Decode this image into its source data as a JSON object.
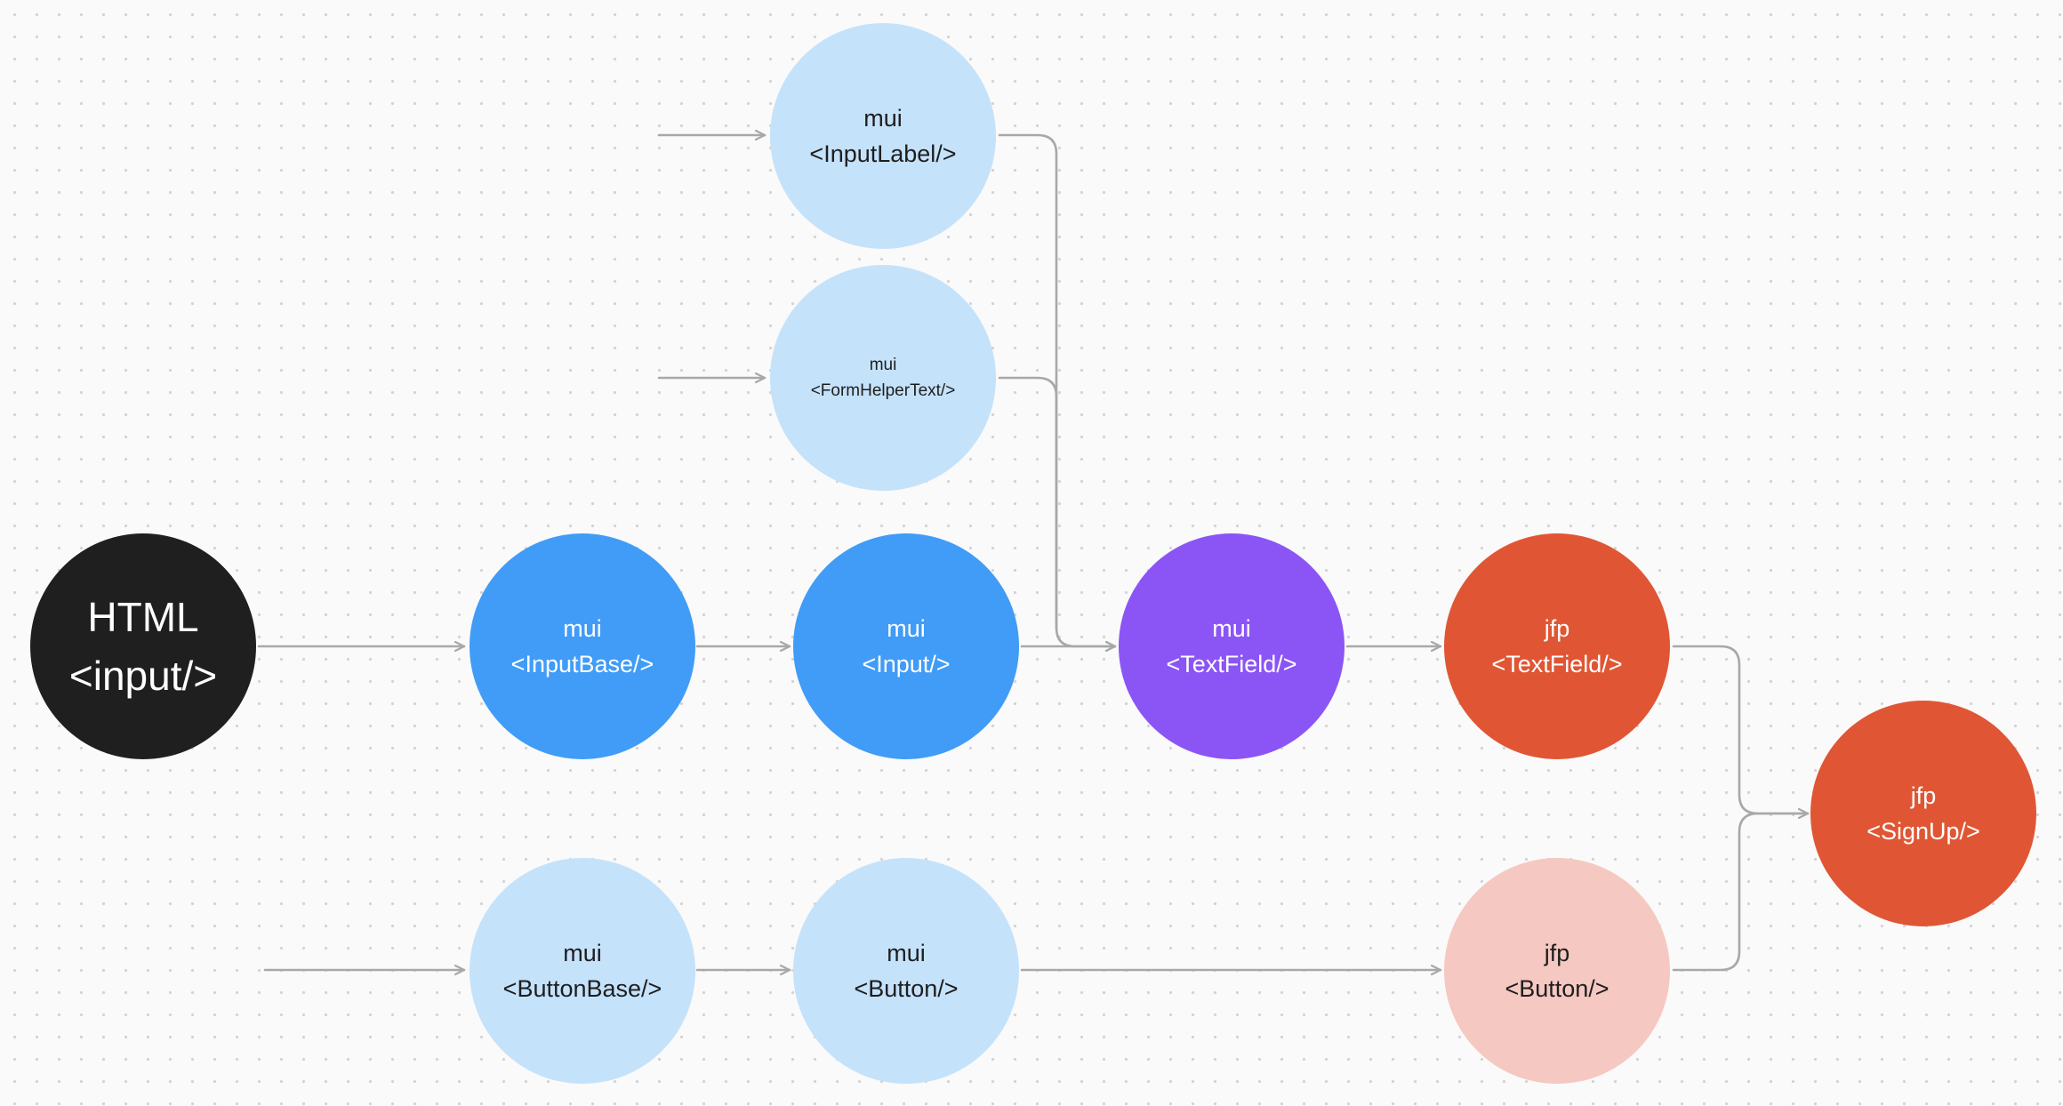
{
  "diagram": {
    "colors": {
      "canvas": "#fafafa",
      "grid_dot": "#d4d4d4",
      "edge": "#a8a8a8",
      "html_node": "#1f1f1f",
      "mui_light": "#c5e2fb",
      "mui_primary": "#409cf7",
      "mui_textfield": "#8b55f5",
      "jfp_primary": "#e05634",
      "jfp_light": "#f6c8c2"
    },
    "nodes": {
      "html_input": {
        "line1": "HTML",
        "line2": "<input/>"
      },
      "mui_input_label": {
        "line1": "mui",
        "line2": "<InputLabel/>"
      },
      "mui_form_helper_text": {
        "line1": "mui",
        "line2": "<FormHelperText/>"
      },
      "mui_input_base": {
        "line1": "mui",
        "line2": "<InputBase/>"
      },
      "mui_input": {
        "line1": "mui",
        "line2": "<Input/>"
      },
      "mui_text_field": {
        "line1": "mui",
        "line2": "<TextField/>"
      },
      "jfp_text_field": {
        "line1": "jfp",
        "line2": "<TextField/>"
      },
      "jfp_sign_up": {
        "line1": "jfp",
        "line2": "<SignUp/>"
      },
      "mui_button_base": {
        "line1": "mui",
        "line2": "<ButtonBase/>"
      },
      "mui_button": {
        "line1": "mui",
        "line2": "<Button/>"
      },
      "jfp_button": {
        "line1": "jfp",
        "line2": "<Button/>"
      }
    },
    "edges": [
      {
        "from": null,
        "to": "mui_input_label"
      },
      {
        "from": null,
        "to": "mui_form_helper_text"
      },
      {
        "from": null,
        "to": "mui_button_base"
      },
      {
        "from": "html_input",
        "to": "mui_input_base"
      },
      {
        "from": "mui_input_base",
        "to": "mui_input"
      },
      {
        "from": "mui_input",
        "to": "mui_text_field"
      },
      {
        "from": "mui_input_label",
        "to": "mui_text_field"
      },
      {
        "from": "mui_form_helper_text",
        "to": "mui_text_field"
      },
      {
        "from": "mui_text_field",
        "to": "jfp_text_field"
      },
      {
        "from": "jfp_text_field",
        "to": "jfp_sign_up"
      },
      {
        "from": "mui_button_base",
        "to": "mui_button"
      },
      {
        "from": "mui_button",
        "to": "jfp_button"
      },
      {
        "from": "jfp_button",
        "to": "jfp_sign_up"
      }
    ]
  }
}
